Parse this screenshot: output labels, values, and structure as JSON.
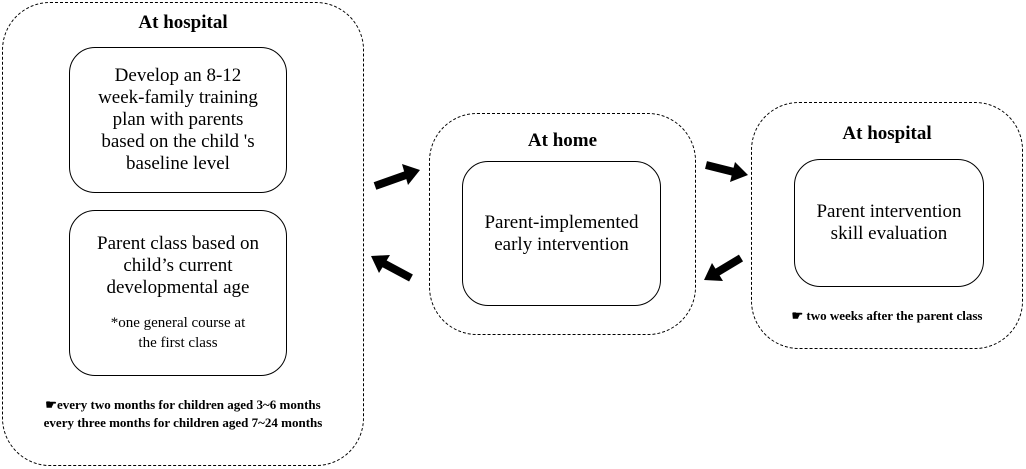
{
  "left_panel": {
    "title": "At hospital",
    "box1": "Develop an 8-12\nweek-family training\nplan with parents\nbased on the child 's\nbaseline level",
    "box2_main": "Parent class based on\nchild’s current\ndevelopmental age",
    "box2_note": "*one general course at\nthe first class",
    "note": "☛every two months for children aged 3~6 months\nevery three months for children aged 7~24 months"
  },
  "middle_panel": {
    "title": "At home",
    "box": "Parent-implemented\nearly intervention"
  },
  "right_panel": {
    "title": "At hospital",
    "box": "Parent intervention\nskill evaluation",
    "note": "☛ two weeks after the parent class"
  },
  "arrows": [
    {
      "direction": "right",
      "from": "left_panel",
      "to": "middle_panel"
    },
    {
      "direction": "left",
      "from": "middle_panel",
      "to": "left_panel"
    },
    {
      "direction": "right",
      "from": "middle_panel",
      "to": "right_panel"
    },
    {
      "direction": "left",
      "from": "right_panel",
      "to": "middle_panel"
    }
  ]
}
